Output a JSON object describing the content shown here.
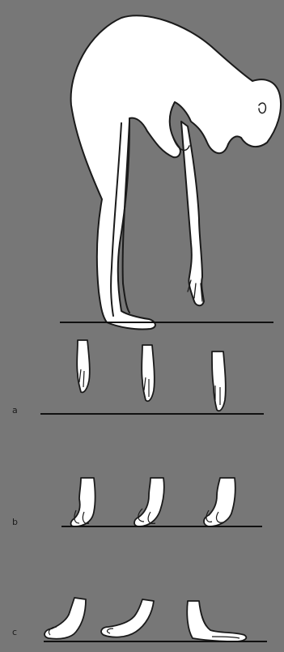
{
  "figure": {
    "background": "#777777",
    "figure_fill": "#ffffff",
    "outline": "#1a1a1a",
    "panels": [
      {
        "id": "a",
        "label": "a",
        "description_hands": 3
      },
      {
        "id": "b",
        "label": "b",
        "description_hands": 3
      },
      {
        "id": "c",
        "label": "c",
        "description_hands": 3
      }
    ]
  }
}
